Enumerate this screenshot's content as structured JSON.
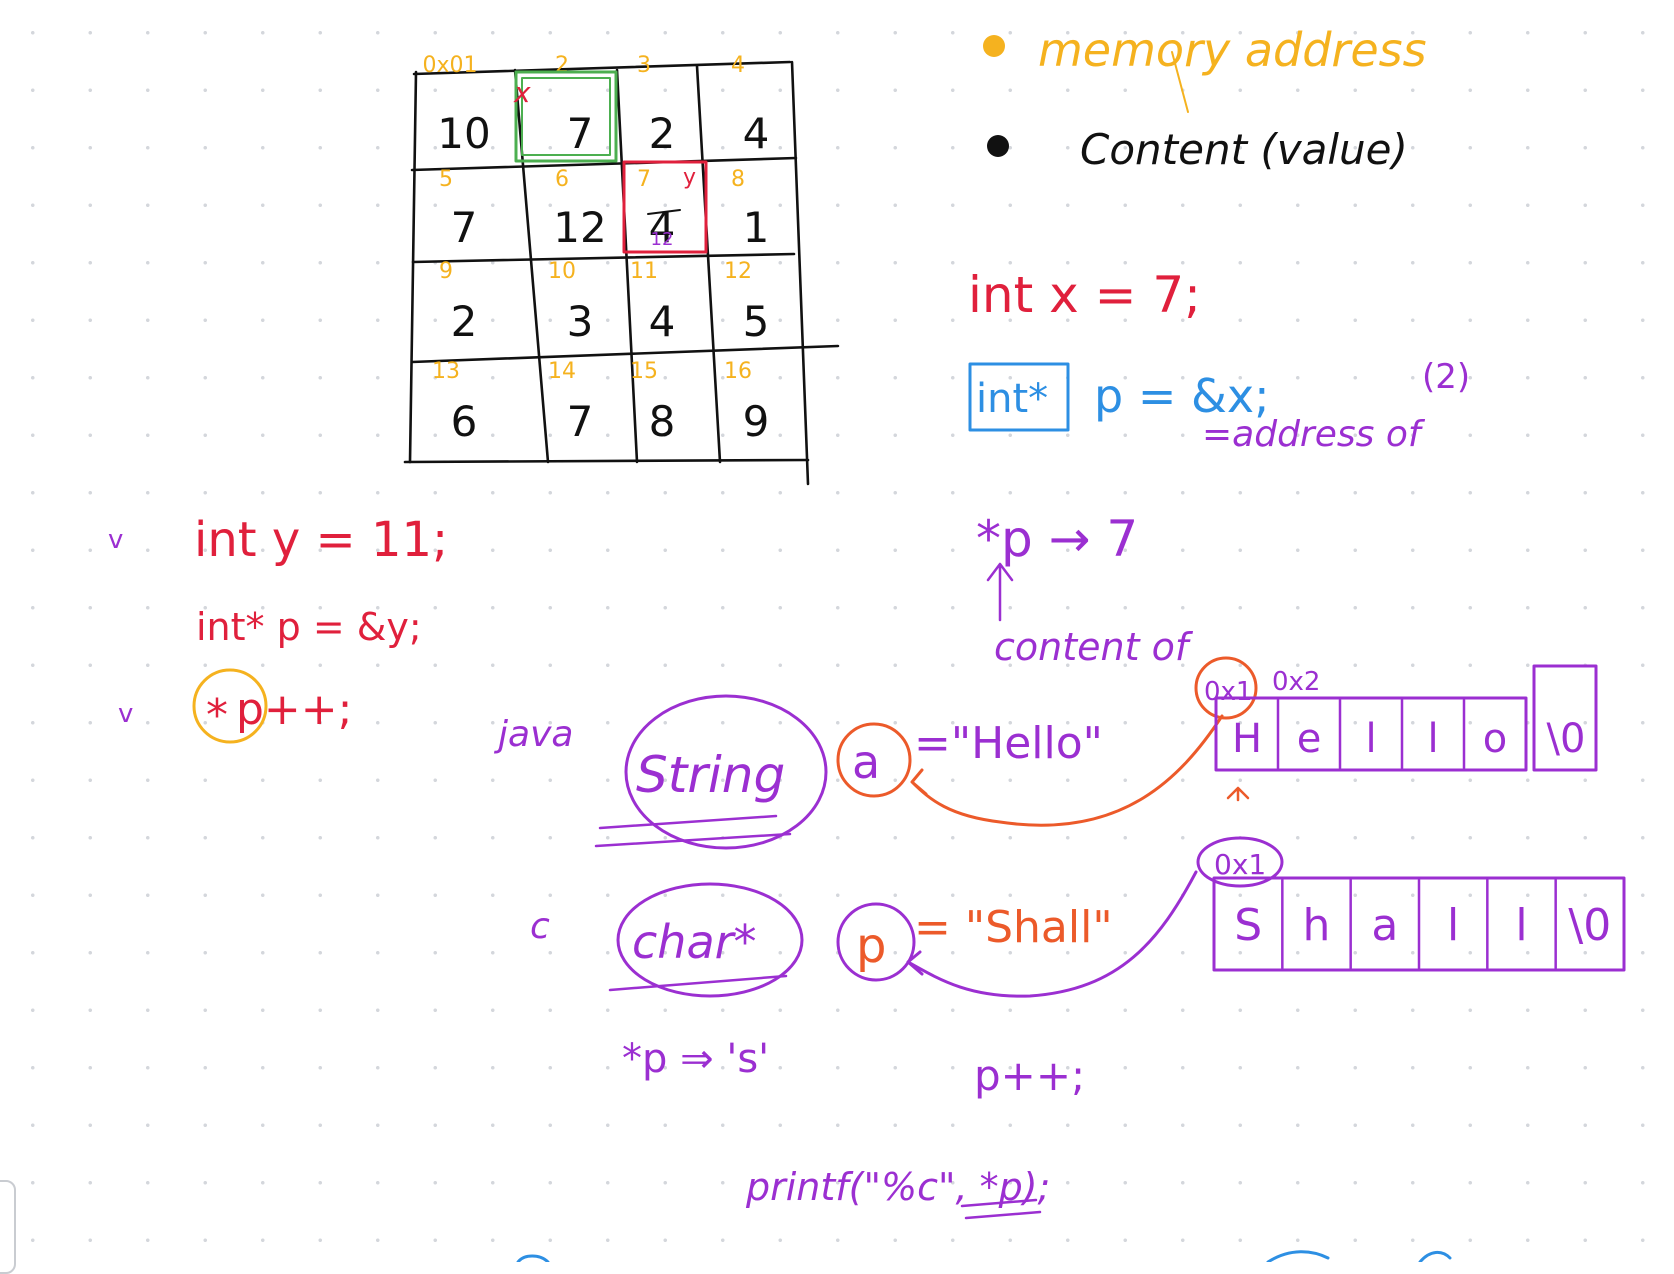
{
  "colors": {
    "black": "#111111",
    "orange": "#f5b21f",
    "green": "#4caf50",
    "red": "#e0203c",
    "blue": "#2d8fe3",
    "purple": "#9b2fd1",
    "darkorange": "#ec5a2a",
    "grid_dot": "#d4d7dc"
  },
  "legend": {
    "memory_address": "memory address",
    "content_value": "Content (value)"
  },
  "grid": {
    "addresses": [
      "0x01",
      "2",
      "3",
      "4",
      "5",
      "6",
      "7",
      "8",
      "9",
      "10",
      "11",
      "12",
      "13",
      "14",
      "15",
      "16"
    ],
    "values": [
      "10",
      "7",
      "2",
      "4",
      "7",
      "12",
      "4",
      "1",
      "2",
      "3",
      "4",
      "5",
      "6",
      "7",
      "8",
      "9"
    ],
    "x_mark": "x",
    "y_mark": "y",
    "new_value": "12"
  },
  "code_red": {
    "line1": "int x = 7;",
    "line2": "int* p = &x;",
    "line2_type": "int*",
    "line2_rest": "p = &x;",
    "num_tag": "(2)",
    "address_of": "=address of",
    "deref": "*p → 7",
    "content_of": "content of"
  },
  "code_left": {
    "check1": "v",
    "check2": "v",
    "line1": "int y = 11;",
    "line2": "int* p = &y;",
    "line3_star": "*",
    "line3_rest": "p++;"
  },
  "java": {
    "lang": "java",
    "type": "String",
    "var": "a",
    "assign": "=\"Hello\"",
    "addr1": "0x1",
    "addr2": "0x2",
    "chars": [
      "H",
      "e",
      "l",
      "l",
      "o",
      "\\0"
    ]
  },
  "clang": {
    "lang": "c",
    "type": "char*",
    "var": "p",
    "assign": "= \"Shall\"",
    "addr": "0x1",
    "chars": [
      "S",
      "h",
      "a",
      "l",
      "l",
      "\\0"
    ],
    "deref": "*p ⇒ 's'",
    "incr": "p++;",
    "printf": "printf(\"%c\", *p);"
  }
}
